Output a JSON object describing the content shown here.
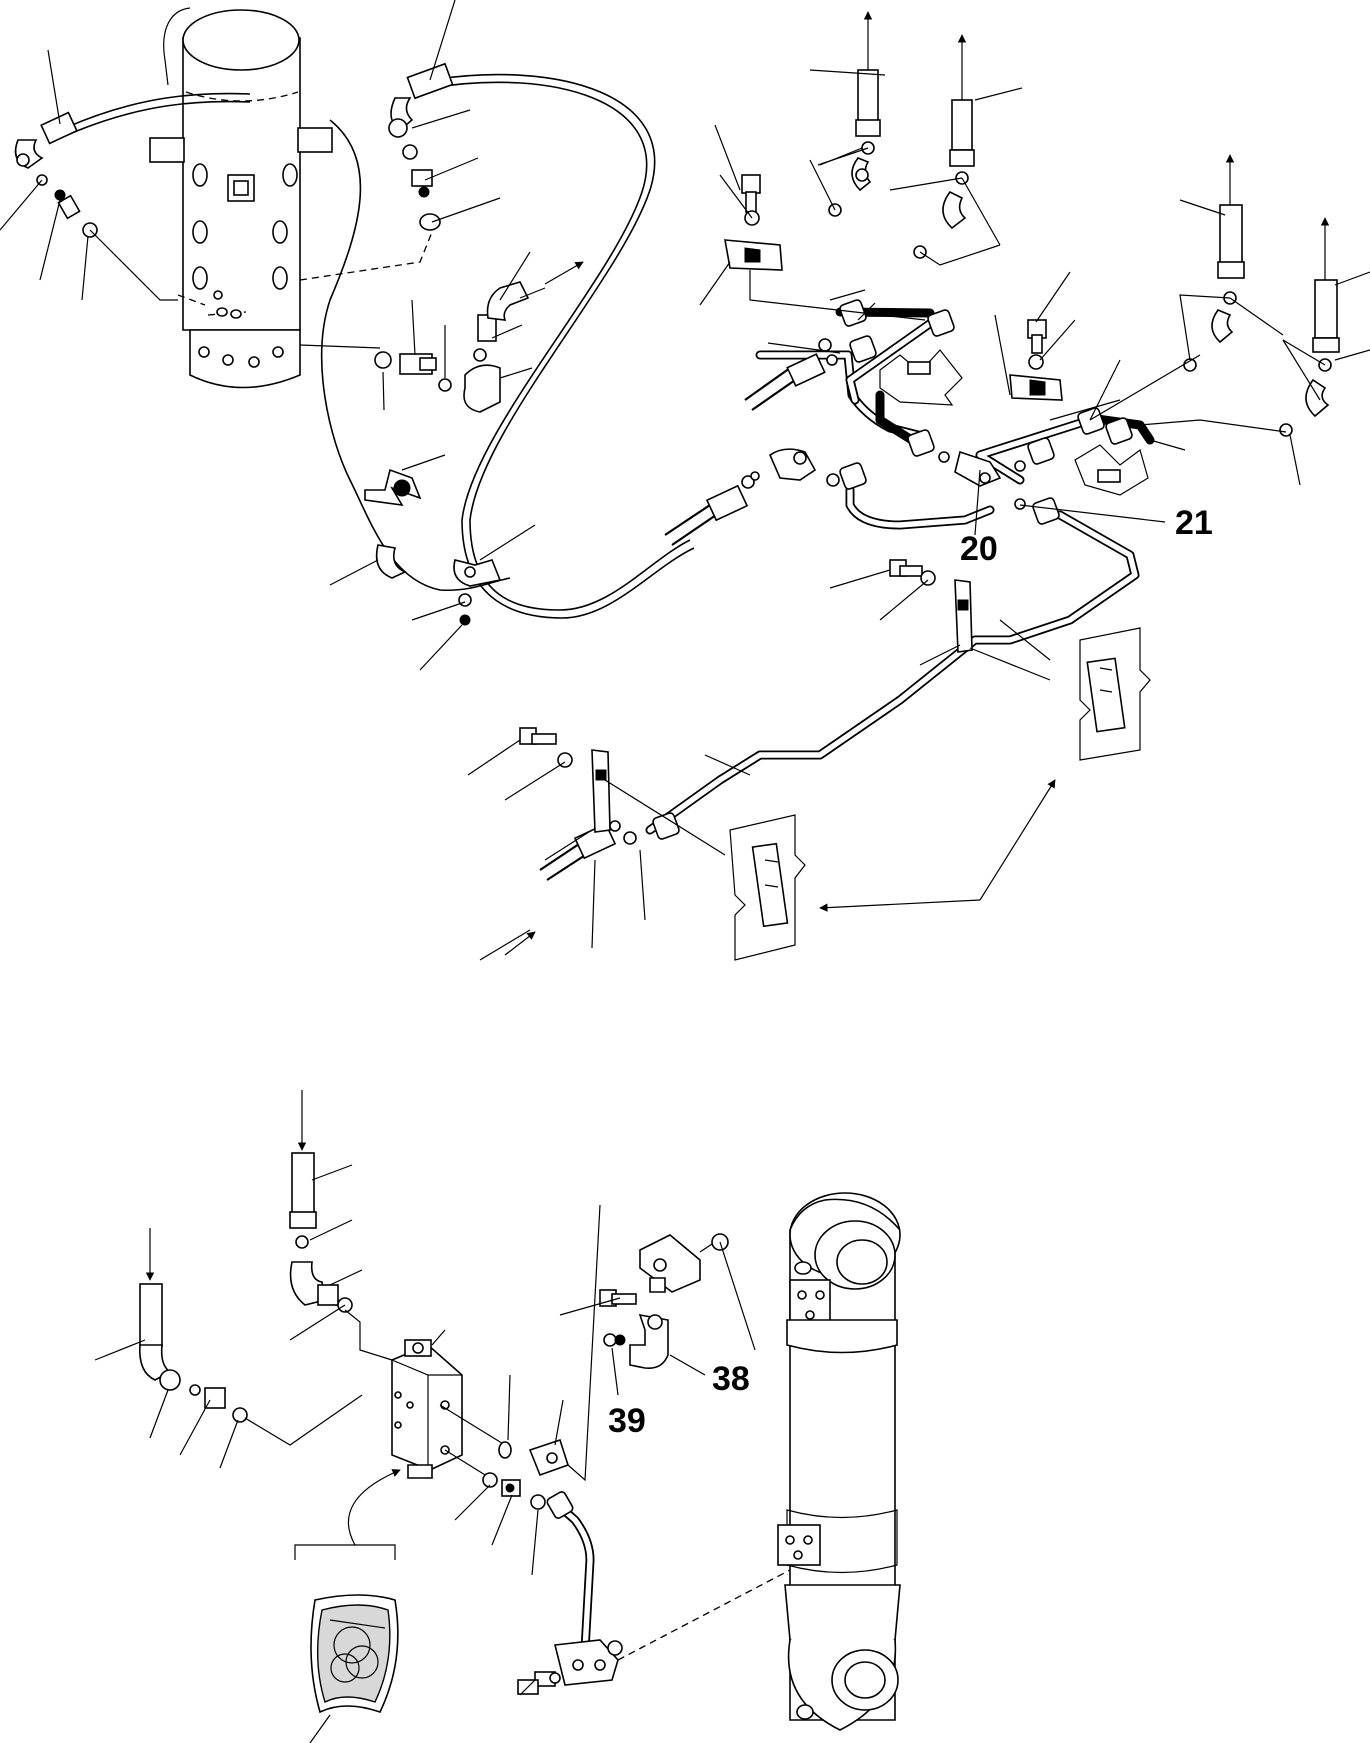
{
  "callouts": {
    "c21": "21",
    "c20": "20",
    "c38": "38",
    "c39": "39"
  }
}
